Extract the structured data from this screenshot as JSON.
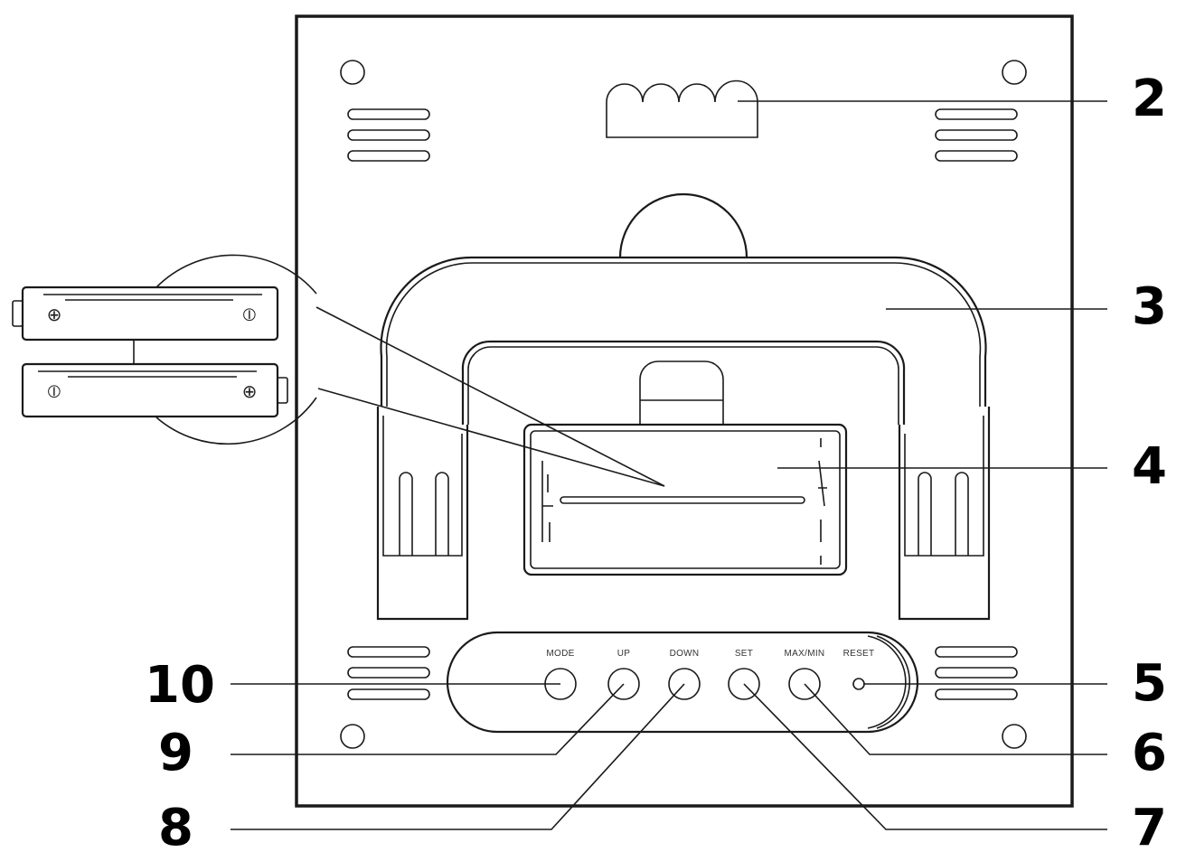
{
  "diagram": {
    "subject": "device back panel with battery compartment",
    "accent_color": "#000000",
    "buttons": [
      {
        "id": "mode",
        "label": "MODE",
        "callout": "10"
      },
      {
        "id": "up",
        "label": "UP",
        "callout": "9"
      },
      {
        "id": "down",
        "label": "DOWN",
        "callout": "8"
      },
      {
        "id": "set",
        "label": "SET",
        "callout": "7"
      },
      {
        "id": "maxmin",
        "label": "MAX/MIN",
        "callout": "6"
      },
      {
        "id": "reset",
        "label": "RESET",
        "callout": "5"
      }
    ],
    "callouts": {
      "c2": "2",
      "c3": "3",
      "c4": "4",
      "c5": "5",
      "c6": "6",
      "c7": "7",
      "c8": "8",
      "c9": "9",
      "c10": "10"
    },
    "callout_targets": {
      "c2": "hanging-hole",
      "c3": "stand",
      "c4": "battery-compartment",
      "c5": "reset-button",
      "c6": "maxmin-button",
      "c7": "set-button",
      "c8": "down-button",
      "c9": "up-button",
      "c10": "mode-button"
    },
    "batteries": [
      {
        "left_symbol": "⊕",
        "right_symbol": "⦶"
      },
      {
        "left_symbol": "⦶",
        "right_symbol": "⊕"
      }
    ]
  }
}
